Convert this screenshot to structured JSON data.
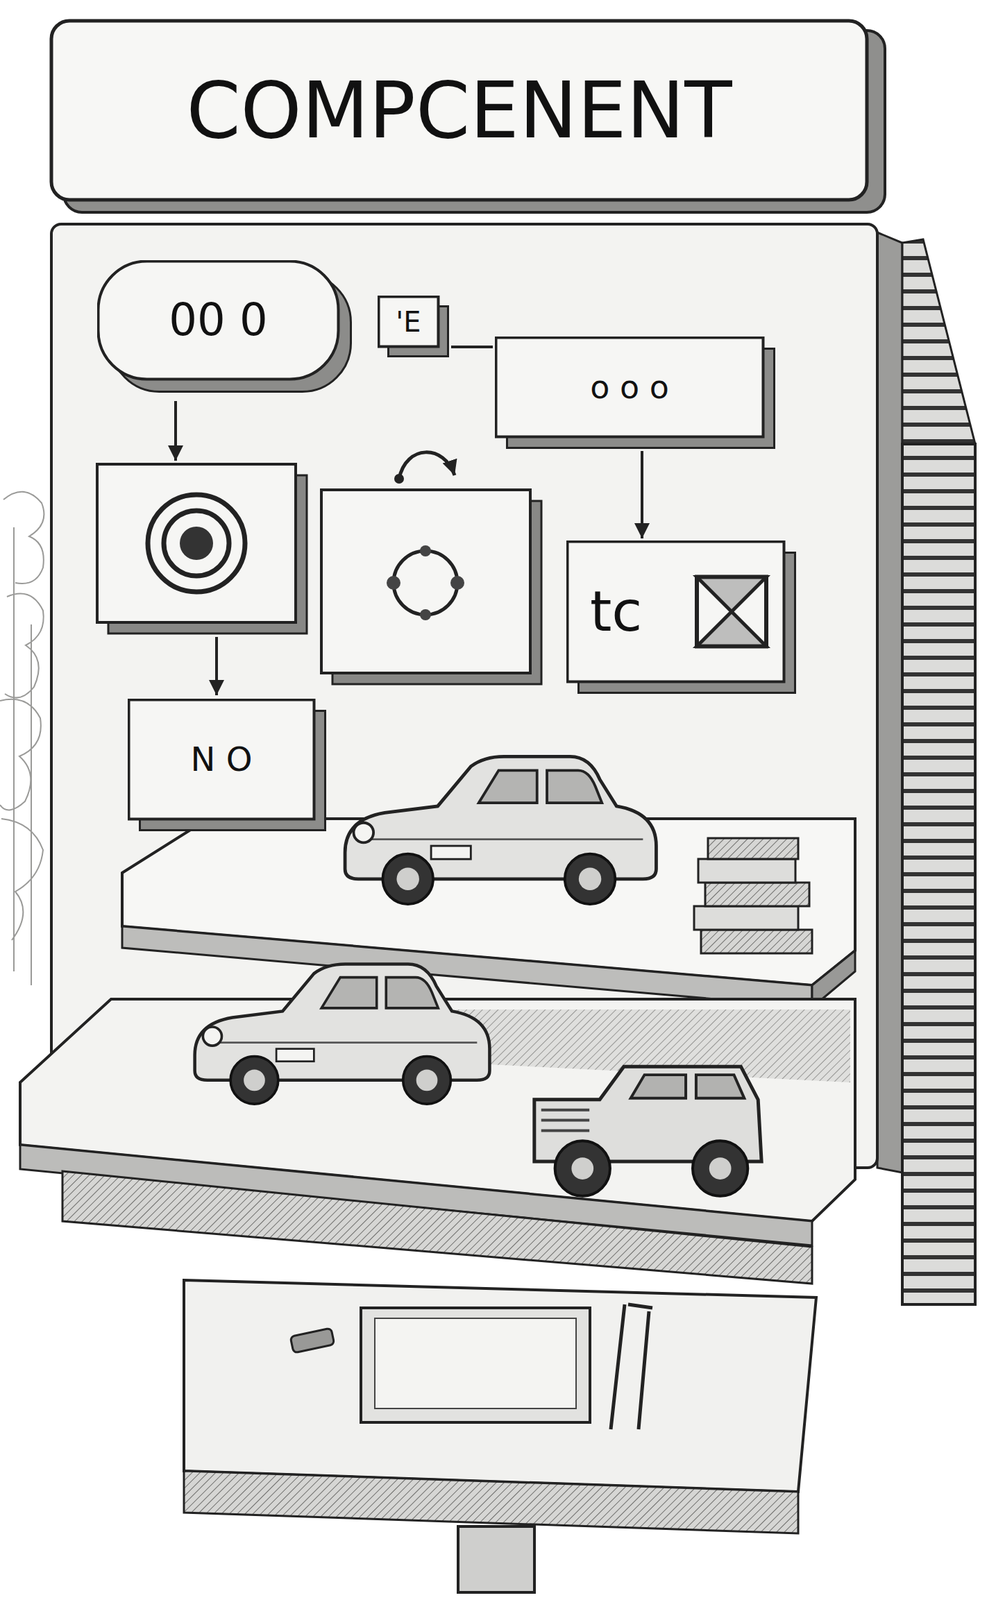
{
  "diagram": {
    "title": "COMPCENENT",
    "nodes": [
      {
        "text": [
          "00 0"
        ]
      },
      {
        "text": [
          "'E"
        ]
      },
      {
        "text": [
          "o o o"
        ]
      },
      {
        "text": [
          "tc"
        ]
      },
      {
        "text": [
          "N O"
        ]
      }
    ],
    "edges": [
      {
        "from": 1,
        "to": 2,
        "arrow": "none"
      },
      {
        "from": 2,
        "to": 3,
        "arrow": "to"
      }
    ]
  }
}
